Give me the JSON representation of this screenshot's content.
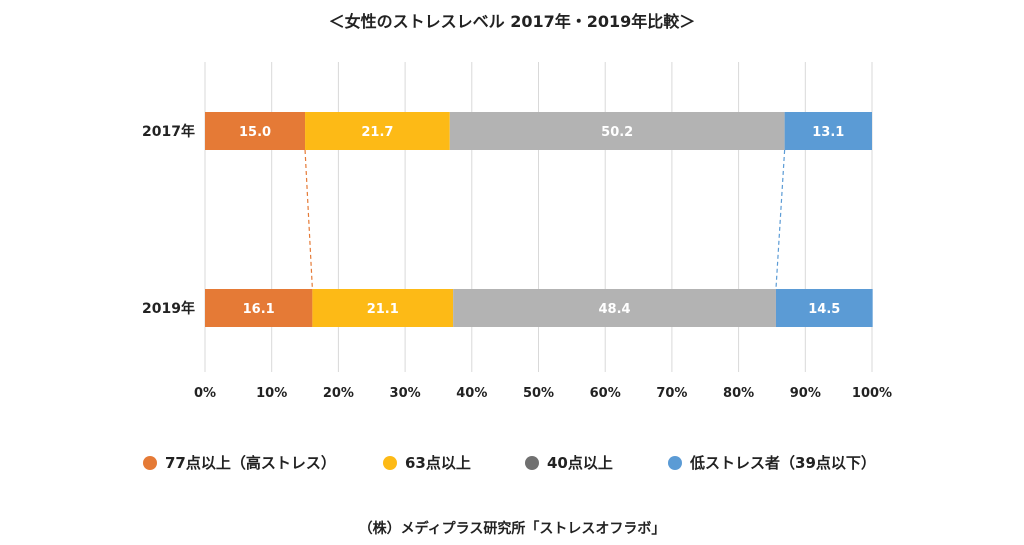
{
  "chart_data": {
    "type": "bar",
    "orientation": "horizontal",
    "stacked": true,
    "title": "＜女性のストレスレベル 2017年・2019年比較＞",
    "categories": [
      "2017年",
      "2019年"
    ],
    "series": [
      {
        "name": "77点以上（高ストレス）",
        "values": [
          15.0,
          16.1
        ],
        "color": "#E57A36"
      },
      {
        "name": "63点以上",
        "values": [
          21.7,
          21.1
        ],
        "color": "#FDBA16"
      },
      {
        "name": "40点以上",
        "values": [
          50.2,
          48.4
        ],
        "color": "#B3B3B3"
      },
      {
        "name": "低ストレス者（39点以下）",
        "values": [
          13.1,
          14.5
        ],
        "color": "#5B9BD5"
      }
    ],
    "value_labels": [
      [
        "15.0",
        "16.1"
      ],
      [
        "21.7",
        "21.1"
      ],
      [
        "50.2",
        "48.4"
      ],
      [
        "13.1",
        "14.5"
      ]
    ],
    "xlim": [
      0,
      100
    ],
    "x_ticks": [
      "0%",
      "10%",
      "20%",
      "30%",
      "40%",
      "50%",
      "60%",
      "70%",
      "80%",
      "90%",
      "100%"
    ],
    "grid": "vertical",
    "legend_position": "bottom",
    "legend_marker_colors": [
      "#E57A36",
      "#FDBA16",
      "#707070",
      "#5B9BD5"
    ],
    "connector_lines": "dashed",
    "source": "（株）メディプラス研究所「ストレスオフラボ」"
  }
}
